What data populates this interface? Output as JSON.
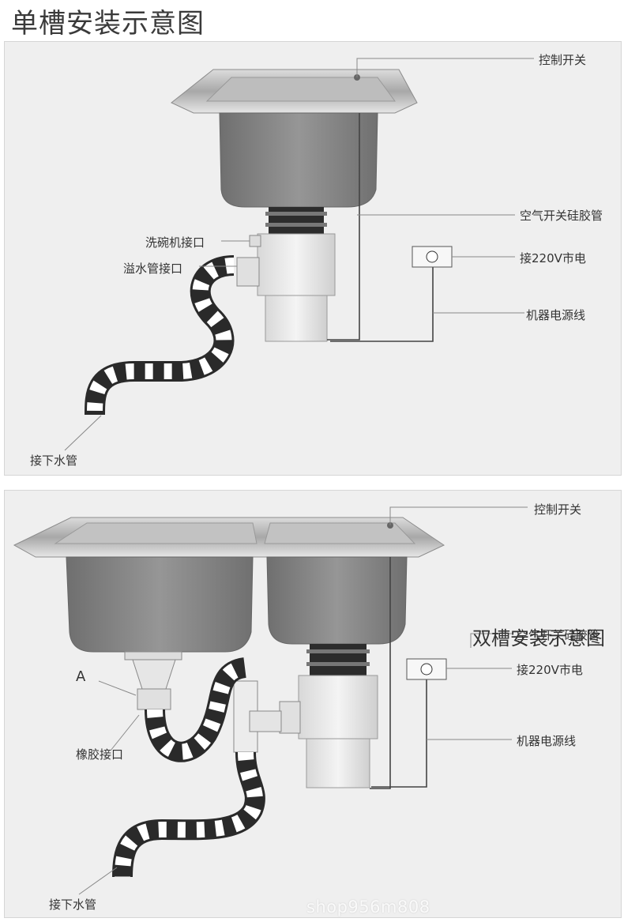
{
  "title_single": "单槽安装示意图",
  "title_double": "双槽安装示意图",
  "watermark": "shop956m808",
  "single": {
    "labels": {
      "control_switch": "控制开关",
      "air_switch_tube": "空气开关硅胶管",
      "power_220v": "接220V市电",
      "power_cord": "机器电源线",
      "dishwasher_port": "洗碗机接口",
      "overflow_port": "溢水管接口",
      "drain_pipe": "接下水管"
    }
  },
  "double": {
    "labels": {
      "control_switch": "控制开关",
      "air_switch_tube": "空气开关硅胶管",
      "power_220v": "接220V市电",
      "power_cord": "机器电源线",
      "marker_a": "A",
      "rubber_joint": "橡胶接口",
      "drain_pipe": "接下水管"
    }
  },
  "colors": {
    "panel_bg": "#efefef",
    "steel": "#9a9a9a",
    "basin": "#8a8a8a",
    "pipe_dark": "#2a2a2a",
    "line": "#555555"
  }
}
